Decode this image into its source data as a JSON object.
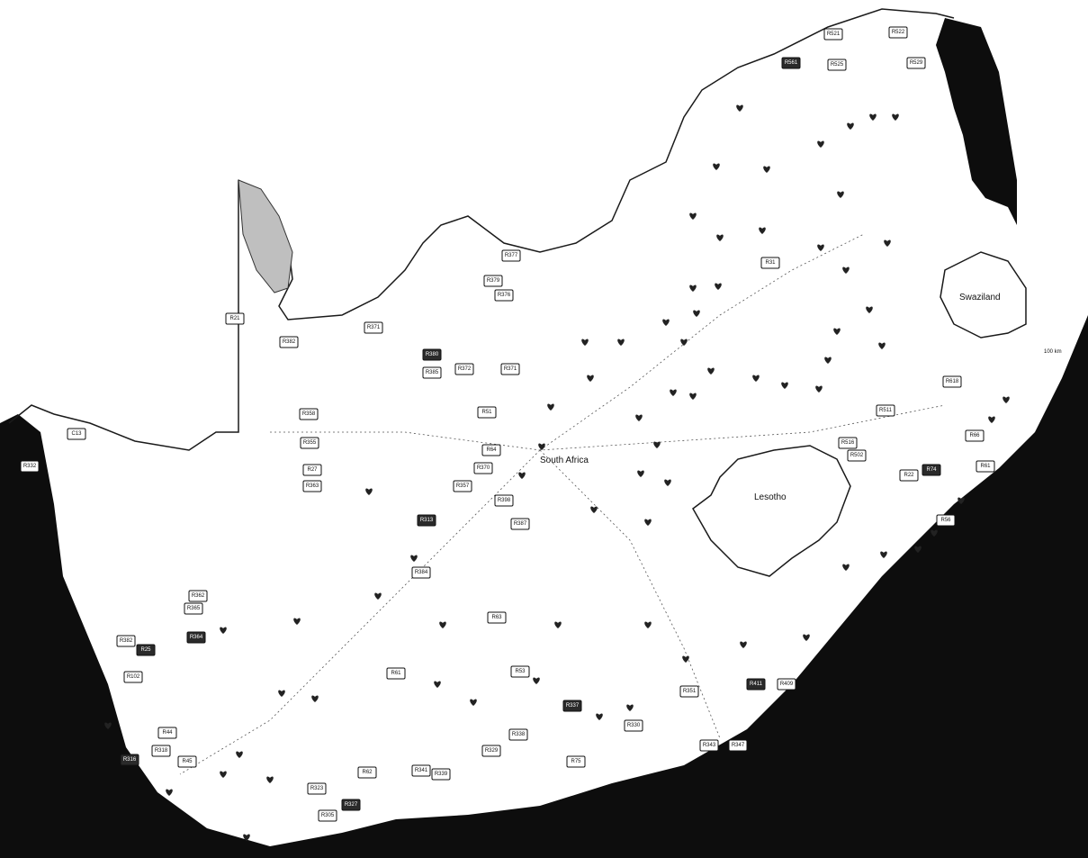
{
  "map": {
    "colors": {
      "ocean": "#0d0d0d",
      "land": "#ffffff",
      "border": "#1a1a1a",
      "marker": "#222222"
    },
    "labels": {
      "country": "South Africa",
      "lesotho": "Lesotho",
      "swaziland": "Swaziland",
      "scale": "100 km"
    },
    "marker_icon": "heart-icon",
    "route_shields": [
      {
        "id": "R521"
      },
      {
        "id": "R525"
      },
      {
        "id": "R522"
      },
      {
        "id": "R561"
      },
      {
        "id": "R529"
      },
      {
        "id": "R377"
      },
      {
        "id": "R379"
      },
      {
        "id": "R376"
      },
      {
        "id": "R31"
      },
      {
        "id": "R382"
      },
      {
        "id": "R380"
      },
      {
        "id": "R385"
      },
      {
        "id": "R372"
      },
      {
        "id": "R371"
      },
      {
        "id": "R64"
      },
      {
        "id": "R370"
      },
      {
        "id": "R357"
      },
      {
        "id": "R313"
      },
      {
        "id": "R398"
      },
      {
        "id": "R387"
      },
      {
        "id": "R384"
      },
      {
        "id": "R63"
      },
      {
        "id": "R61"
      },
      {
        "id": "R53"
      },
      {
        "id": "R337"
      },
      {
        "id": "R338"
      },
      {
        "id": "R329"
      },
      {
        "id": "R75"
      },
      {
        "id": "R330"
      },
      {
        "id": "R343"
      },
      {
        "id": "R347"
      },
      {
        "id": "R411"
      },
      {
        "id": "R409"
      },
      {
        "id": "R351"
      },
      {
        "id": "R62"
      },
      {
        "id": "R341"
      },
      {
        "id": "R339"
      },
      {
        "id": "R323"
      },
      {
        "id": "R327"
      },
      {
        "id": "R305"
      },
      {
        "id": "R355"
      },
      {
        "id": "R27"
      },
      {
        "id": "R363"
      },
      {
        "id": "R358"
      },
      {
        "id": "R371"
      },
      {
        "id": "R364"
      },
      {
        "id": "R362"
      },
      {
        "id": "R365"
      },
      {
        "id": "R332"
      },
      {
        "id": "R44"
      },
      {
        "id": "R318"
      },
      {
        "id": "R45"
      },
      {
        "id": "R316"
      },
      {
        "id": "C13"
      },
      {
        "id": "R382"
      },
      {
        "id": "R51"
      },
      {
        "id": "R516"
      },
      {
        "id": "R502"
      },
      {
        "id": "R22"
      },
      {
        "id": "R74"
      },
      {
        "id": "R66"
      },
      {
        "id": "R61"
      },
      {
        "id": "R618"
      },
      {
        "id": "R56"
      },
      {
        "id": "R511"
      },
      {
        "id": "R21"
      },
      {
        "id": "R25"
      },
      {
        "id": "R102"
      }
    ]
  }
}
